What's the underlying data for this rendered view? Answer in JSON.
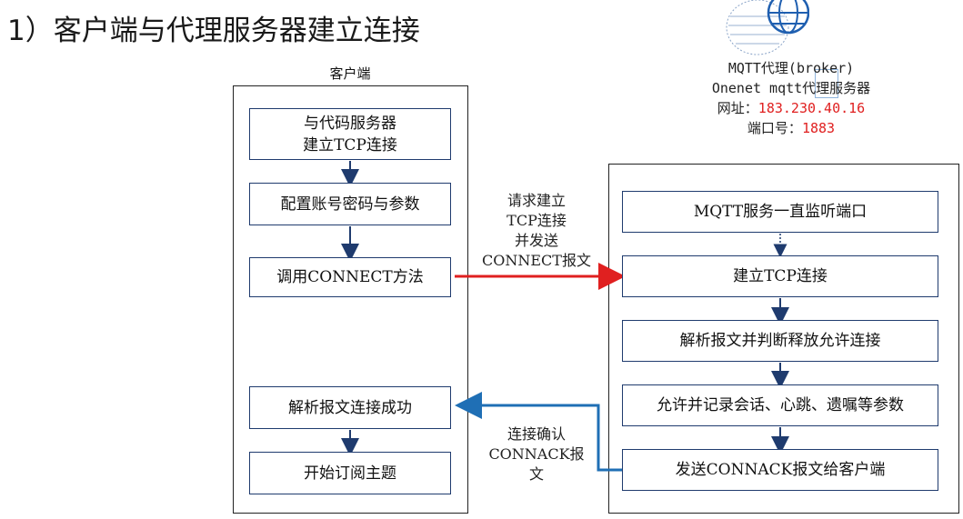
{
  "title": "1）客户端与代理服务器建立连接",
  "client": {
    "label": "客户端",
    "steps": [
      "与代码服务器\n建立TCP连接",
      "配置账号密码与参数",
      "调用CONNECT方法",
      "解析报文连接成功",
      "开始订阅主题"
    ]
  },
  "broker": {
    "line1": "MQTT代理(broker)",
    "line2": "Onenet mqtt代理服务器",
    "addr_label": "网址：",
    "addr_value": "183.230.40.16",
    "port_label": "端口号：",
    "port_value": "1883",
    "steps": [
      "MQTT服务一直监听端口",
      "建立TCP连接",
      "解析报文并判断释放允许连接",
      "允许并记录会话、心跳、遗嘱等参数",
      "发送CONNACK报文给客户端"
    ]
  },
  "edges": {
    "request": "请求建立\nTCP连接\n并发送\nCONNECT报文",
    "ack": "连接确认\nCONNACK报文"
  },
  "colors": {
    "request_arrow": "#e02020",
    "ack_arrow": "#1f6fb5",
    "flow_arrow": "#1f3b6e",
    "box_border": "#1f3b6e"
  }
}
